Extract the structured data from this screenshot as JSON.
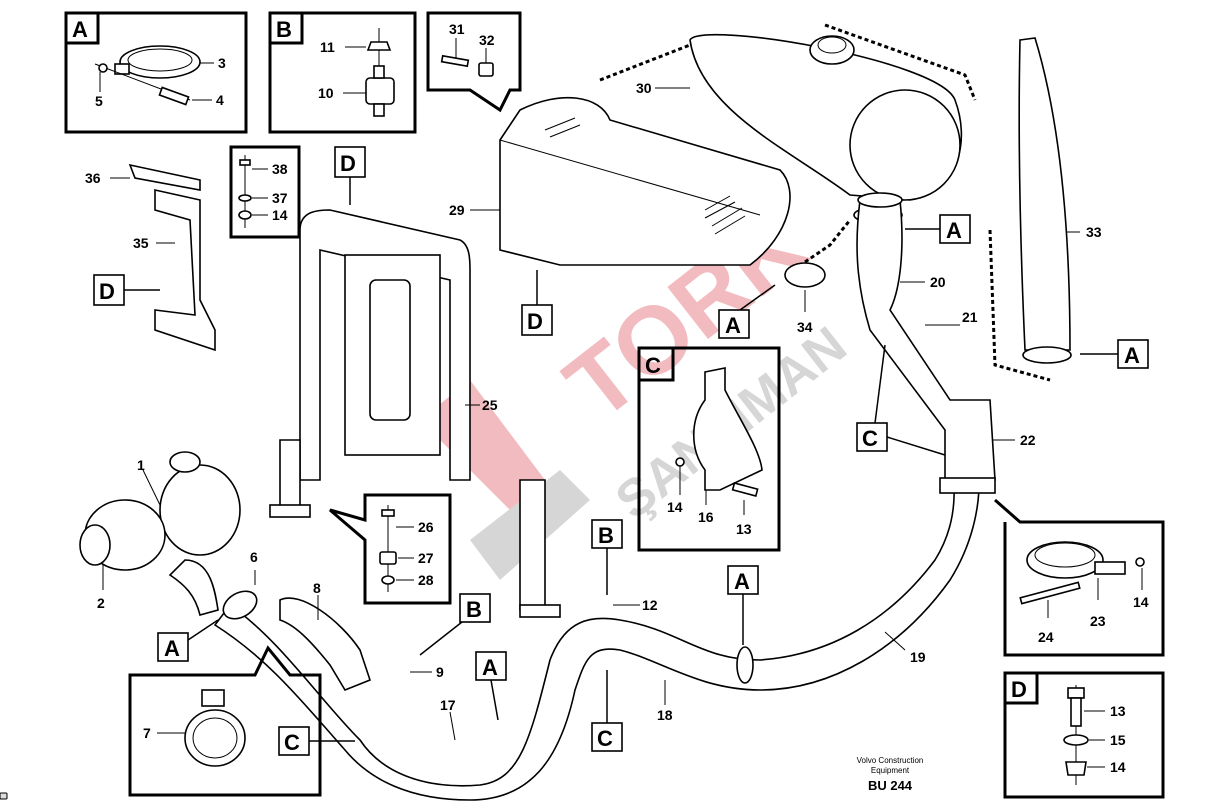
{
  "diagram": {
    "title_lines": [
      "Volvo Construction",
      "Equipment"
    ],
    "code": "BU 244",
    "watermark": {
      "line1": "TORK",
      "line2": "ŞANZIMAN",
      "red": "#e8848c",
      "gray": "#b4b4b4"
    },
    "detail_boxes": {
      "A": {
        "letter": "A",
        "parts": [
          "3",
          "4",
          "5"
        ]
      },
      "B": {
        "letter": "B",
        "parts": [
          "10",
          "11"
        ]
      },
      "C": {
        "letter": "C",
        "parts": [
          "13",
          "14",
          "16"
        ]
      },
      "D": {
        "letter": "D",
        "parts": [
          "13",
          "14",
          "15"
        ]
      }
    },
    "callouts": {
      "p1": "1",
      "p2": "2",
      "p3": "3",
      "p4": "4",
      "p5": "5",
      "p6": "6",
      "p7": "7",
      "p8": "8",
      "p9": "9",
      "p10": "10",
      "p11": "11",
      "p12": "12",
      "p13a": "13",
      "p13b": "13",
      "p14a": "14",
      "p14b": "14",
      "p14c": "14",
      "p14d": "14",
      "p15": "15",
      "p16": "16",
      "p17": "17",
      "p18": "18",
      "p19": "19",
      "p20": "20",
      "p21": "21",
      "p22": "22",
      "p23": "23",
      "p24": "24",
      "p25": "25",
      "p26": "26",
      "p27": "27",
      "p28": "28",
      "p29": "29",
      "p30": "30",
      "p31": "31",
      "p32": "32",
      "p33": "33",
      "p34": "34",
      "p35": "35",
      "p36": "36",
      "p37": "37",
      "p38": "38"
    },
    "ref_tags": {
      "A": "A",
      "B": "B",
      "C": "C",
      "D": "D"
    }
  }
}
